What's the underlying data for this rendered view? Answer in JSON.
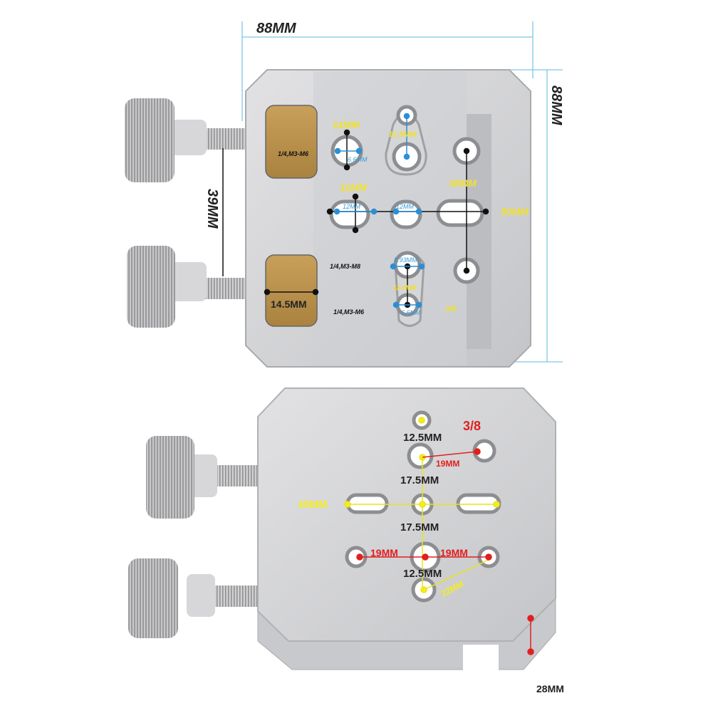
{
  "top_view": {
    "width_label": "88MM",
    "height_label": "88MM",
    "knob_spacing_label": "39MM",
    "pad_width_label": "14.5MM",
    "thread_label_1": "1/4,M3-M6",
    "thread_label_2": "1/4,M3-M8",
    "thread_label_3": "1/4,M3-M6",
    "hole_spacing_11_a": "11MM",
    "hole_diameter_6_6_a": "6.6MM",
    "slot_spacing_12_5_a": "12.5MM",
    "slot_spacing_11_b": "11MM",
    "slot_width_12_a": "12MM",
    "slot_width_12_b": "12MM",
    "vertical_38": "38MM",
    "horizontal_50": "50MM",
    "hole_diameter_8_93": "8.93MM",
    "slot_spacing_12_5_b": "12.5MM",
    "hole_diameter_6_6_b": "6.6MM",
    "thread_3_8": "3/8"
  },
  "bottom_view": {
    "spacing_12_5_top": "12.5MM",
    "thread_3_8": "3/8",
    "offset_19_top": "19MM",
    "spacing_17_5_a": "17.5MM",
    "slot_span_45": "45MM",
    "spacing_17_5_b": "17.5MM",
    "offset_19_left": "19MM",
    "offset_19_right": "19MM",
    "spacing_12_5_bottom": "12.5MM",
    "diagonal_22": "22MM",
    "height_28": "28MM"
  }
}
